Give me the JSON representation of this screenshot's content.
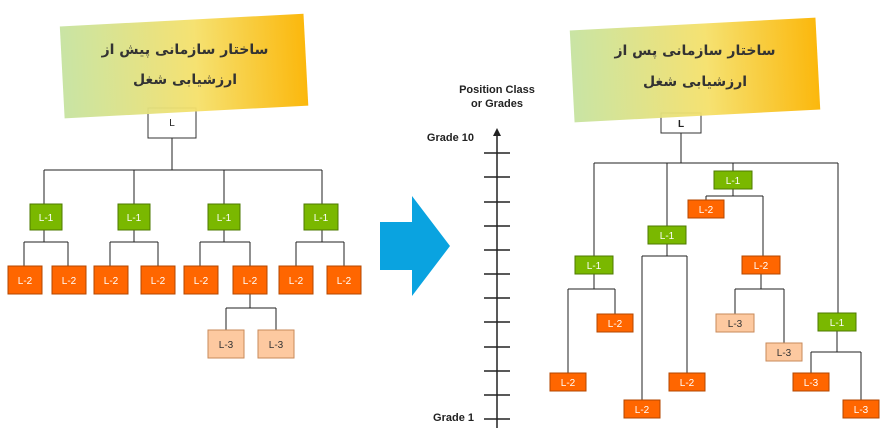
{
  "colors": {
    "l1": "#7ab800",
    "l2": "#ff6600",
    "l3": "#fdc9a0",
    "top": "#ffffff",
    "arrow": "#0aa3e0",
    "line": "#222222"
  },
  "left": {
    "title_line1": "ساختار سازمانی پیش از",
    "title_line2": "ارزشیابی شغل",
    "top_label": "L",
    "l1_label": "L-1",
    "l2_label": "L-2",
    "l3_label": "L-3"
  },
  "axis": {
    "header_line1": "Position Class",
    "header_line2": "or Grades",
    "top_grade": "Grade 10",
    "bottom_grade": "Grade 1"
  },
  "right": {
    "title_line1": "ساختار سازمانی پس از",
    "title_line2": "ارزشیابی شغل",
    "top_label": "L",
    "l1_label": "L-1",
    "l2_label": "L-2",
    "l3_label": "L-3"
  }
}
